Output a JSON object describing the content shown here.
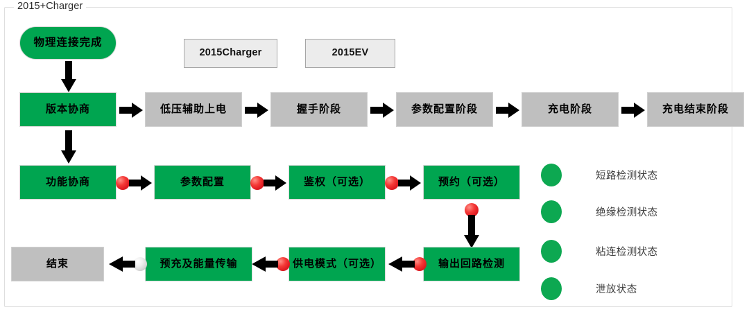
{
  "frame": {
    "legend_title": "2015+Charger"
  },
  "colors": {
    "green": "#00A550",
    "gray": "#BFBFBF",
    "red_dot": "#E01B22",
    "gray_dot": "#D2D2D2",
    "legend_dot_green": "#0DA851",
    "legend_box_fill": "#ECECEC"
  },
  "start_node": {
    "label": "物理连接完成"
  },
  "role_boxes": [
    {
      "label": "2015Charger"
    },
    {
      "label": "2015EV"
    }
  ],
  "stage_row": [
    {
      "label": "版本协商",
      "style": "green"
    },
    {
      "label": "低压辅助上电",
      "style": "gray"
    },
    {
      "label": "握手阶段",
      "style": "gray"
    },
    {
      "label": "参数配置阶段",
      "style": "gray"
    },
    {
      "label": "充电阶段",
      "style": "gray"
    },
    {
      "label": "充电结束阶段",
      "style": "gray"
    }
  ],
  "middle_row": [
    {
      "label": "功能协商",
      "style": "green"
    },
    {
      "label": "参数配置",
      "style": "green"
    },
    {
      "label": "鉴权（可选）",
      "style": "green"
    },
    {
      "label": "预约（可选）",
      "style": "green"
    }
  ],
  "bottom_row": [
    {
      "label": "结束",
      "style": "gray"
    },
    {
      "label": "预充及能量传输",
      "style": "green"
    },
    {
      "label": "供电模式（可选）",
      "style": "green"
    },
    {
      "label": "输出回路检测",
      "style": "green"
    }
  ],
  "status_legend": [
    {
      "label": "短路检测状态",
      "color": "#0DA851"
    },
    {
      "label": "绝缘检测状态",
      "color": "#0DA851"
    },
    {
      "label": "粘连检测状态",
      "color": "#0DA851"
    },
    {
      "label": "泄放状态",
      "color": "#0DA851"
    }
  ]
}
